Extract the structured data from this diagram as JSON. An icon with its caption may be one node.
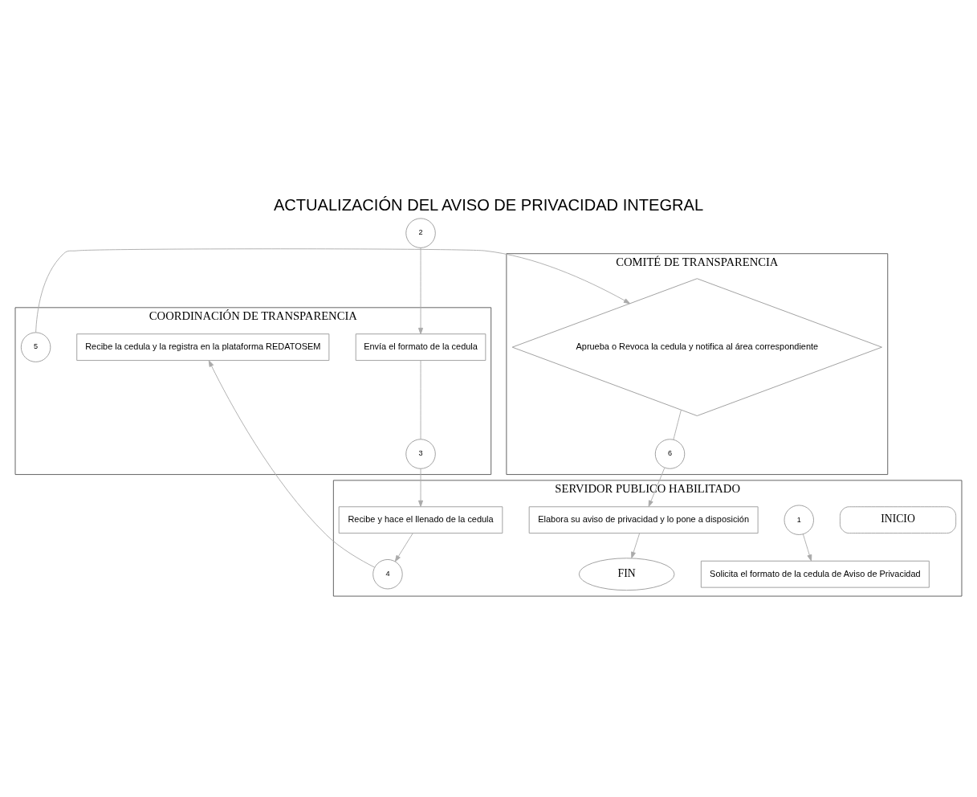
{
  "diagram": {
    "title": "ACTUALIZACIÓN DEL AVISO DE PRIVACIDAD INTEGRAL",
    "nodes": [
      {
        "text": [
          "SERVIDOR PUBLICO HABILITADO"
        ]
      },
      {
        "text": [
          "COORDINACIÓN DE TRANSPARENCIA"
        ]
      },
      {
        "text": [
          "COMITÉ DE TRANSPARENCIA"
        ]
      },
      {
        "text": [
          "INICIO"
        ],
        "in": 0
      },
      {
        "text": [
          "1"
        ],
        "in": 0
      },
      {
        "text": [
          "Solicita el formato de la cedula de Aviso de Privacidad"
        ],
        "in": 0
      },
      {
        "text": [
          "2"
        ]
      },
      {
        "text": [
          "Envía el formato de la cedula"
        ],
        "in": 1
      },
      {
        "text": [
          "3"
        ],
        "in": 1
      },
      {
        "text": [
          "Recibe y hace el llenado de la cedula"
        ],
        "in": 0
      },
      {
        "text": [
          "4"
        ],
        "in": 0
      },
      {
        "text": [
          "Recibe la cedula y la registra en la plataforma REDATOSEM"
        ],
        "in": 1
      },
      {
        "text": [
          "5"
        ],
        "in": 1
      },
      {
        "text": [
          "Aprueba o Revoca la cedula y notifica al área correspondiente"
        ],
        "in": 2
      },
      {
        "text": [
          "6"
        ],
        "in": 2
      },
      {
        "text": [
          "Elabora su aviso de privacidad y lo pone a disposición"
        ],
        "in": 0
      },
      {
        "text": [
          "FIN"
        ],
        "in": 0
      }
    ],
    "edges": [
      {
        "from": 4,
        "to": 5,
        "arrow": "to"
      },
      {
        "from": 6,
        "to": 7,
        "arrow": "to"
      },
      {
        "from": 7,
        "to": 8,
        "arrow": "none"
      },
      {
        "from": 8,
        "to": 9,
        "arrow": "to"
      },
      {
        "from": 9,
        "to": 10,
        "arrow": "to"
      },
      {
        "from": 10,
        "to": 11,
        "arrow": "to"
      },
      {
        "from": 12,
        "to": 13,
        "arrow": "to"
      },
      {
        "from": 13,
        "to": 14,
        "arrow": "none"
      },
      {
        "from": 14,
        "to": 15,
        "arrow": "to"
      },
      {
        "from": 15,
        "to": 16,
        "arrow": "to"
      }
    ]
  }
}
